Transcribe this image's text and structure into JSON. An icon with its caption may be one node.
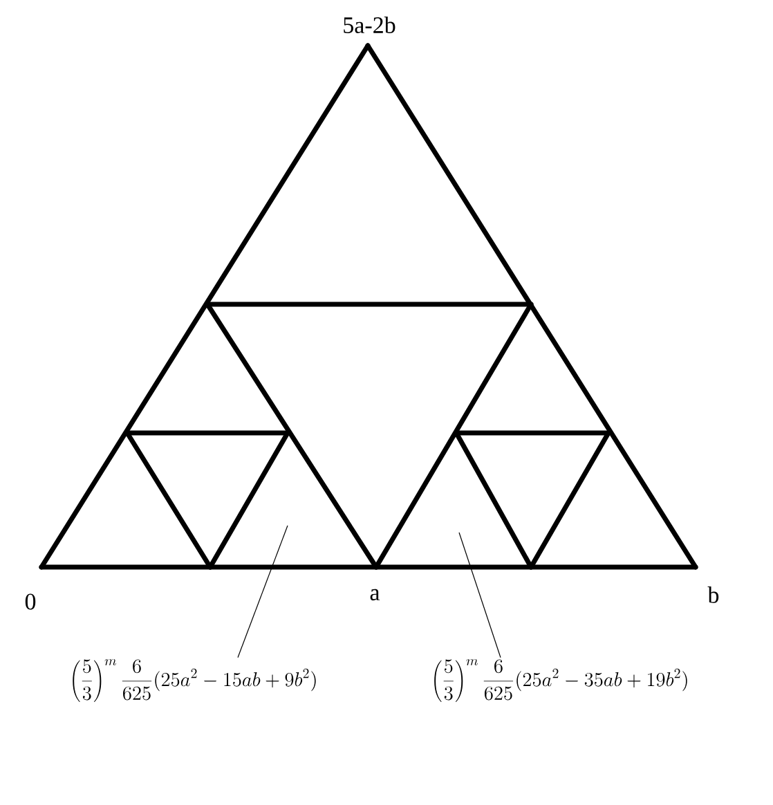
{
  "diagram": {
    "nodes": [
      {
        "text": [
          "\\left(\\frac{5}{3}\\right)^{m}\\frac{6}{625}(25a^{2}-15ab+9b^{2})"
        ]
      },
      {
        "text": [
          "\\left(\\frac{5}{3}\\right)^{m}\\frac{6}{625}(25a^{2}-35ab+19b^{2})"
        ]
      }
    ],
    "edges": [
      {
        "from": 0,
        "to": null,
        "arrow": "none"
      },
      {
        "from": 1,
        "to": null,
        "arrow": "none"
      }
    ],
    "labels": [
      "5a-2b",
      "0",
      "a",
      "b"
    ]
  }
}
